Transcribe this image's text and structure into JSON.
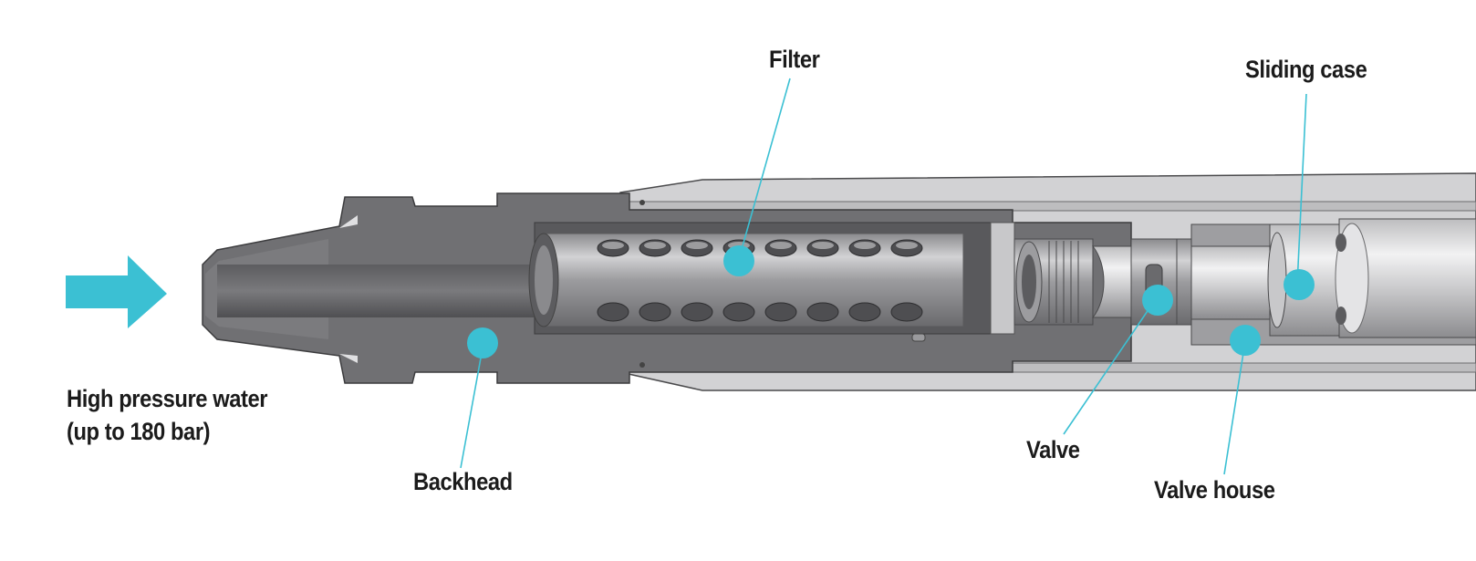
{
  "labels": {
    "inlet_line1": "High pressure water",
    "inlet_line2": "(up to 180 bar)",
    "backhead": "Backhead",
    "filter": "Filter",
    "valve": "Valve",
    "valve_house": "Valve house",
    "sliding_case": "Sliding case"
  },
  "colors": {
    "accent": "#3bc0d3",
    "body_dark": "#6e6e70",
    "body_mid": "#8f8f92",
    "body_light": "#c4c4c6",
    "label_text": "#1b1b1b"
  },
  "icons": {
    "inlet": "arrow-right-icon",
    "marker": "circle-dot-icon"
  }
}
